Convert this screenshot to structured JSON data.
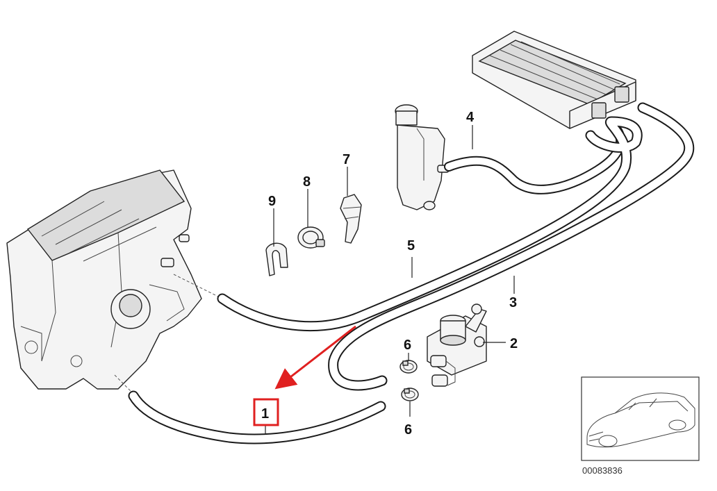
{
  "callouts": {
    "c1": "1",
    "c2": "2",
    "c3": "3",
    "c4": "4",
    "c5": "5",
    "c6a": "6",
    "c6b": "6",
    "c7": "7",
    "c8": "8",
    "c9": "9"
  },
  "part_number": "00083836",
  "colors": {
    "highlight": "#e02020",
    "line": "#1a1a1a",
    "background": "#ffffff"
  }
}
